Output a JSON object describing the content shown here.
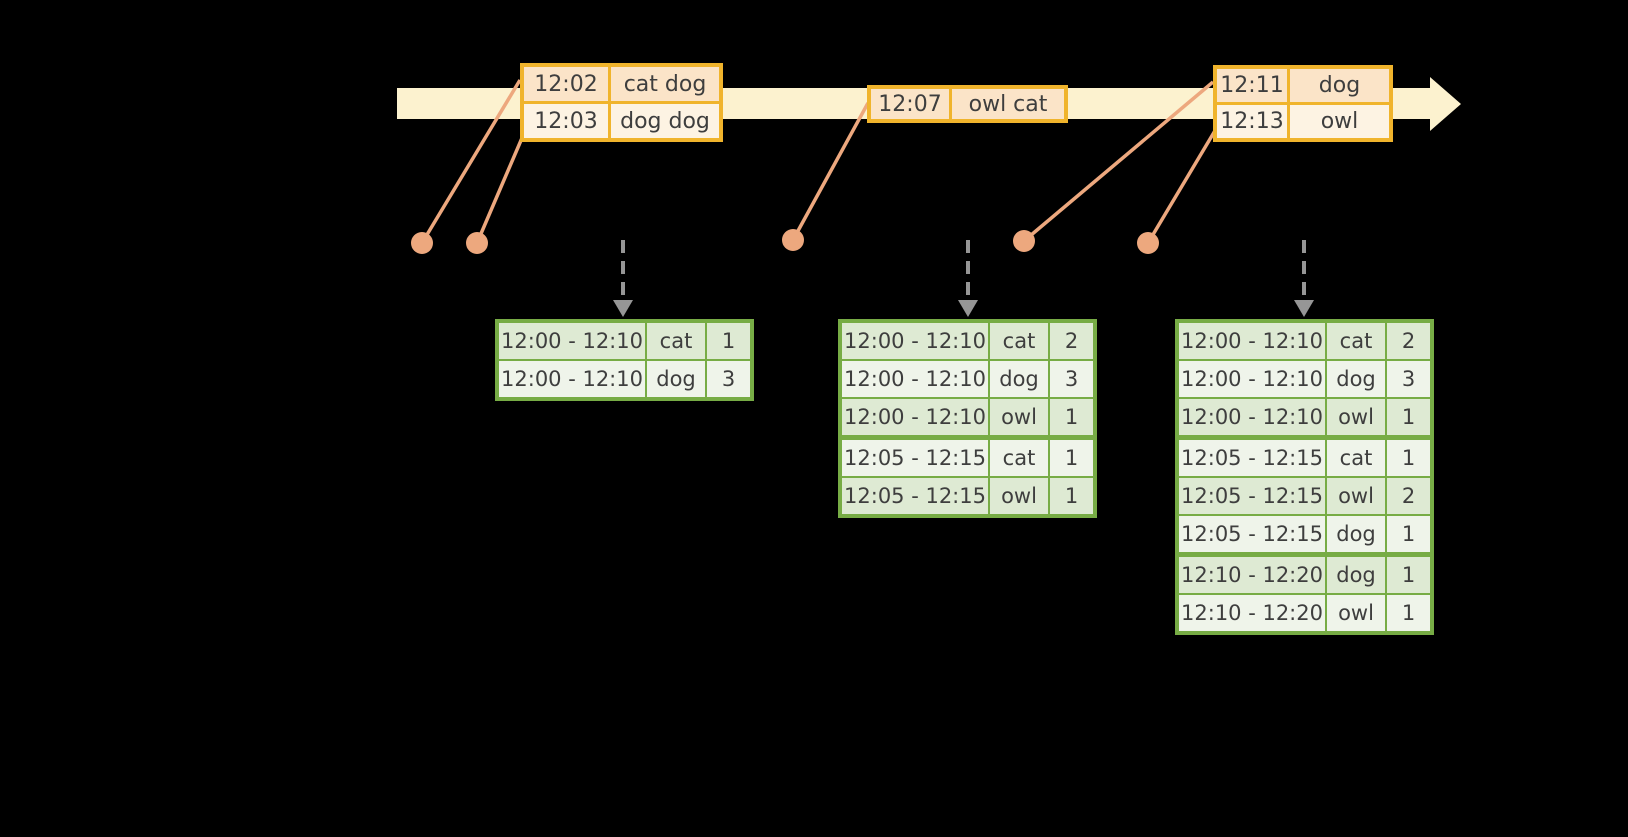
{
  "colors": {
    "background": "#000000",
    "band": "#FCF2CF",
    "orange_border": "#F0B42C",
    "orange_dark": "#FBE4C8",
    "orange_light": "#FDF3E3",
    "salmon": "#EDA87E",
    "green_border": "#77AC45",
    "green_dark": "#DEEAD3",
    "green_light": "#EFF4EA",
    "gray": "#969696",
    "text": "#3E3E3E"
  },
  "event_tables": [
    {
      "rows": [
        [
          "12:02",
          "cat dog"
        ],
        [
          "12:03",
          "dog dog"
        ]
      ]
    },
    {
      "rows": [
        [
          "12:07",
          "owl cat"
        ]
      ]
    },
    {
      "rows": [
        [
          "12:11",
          "dog"
        ],
        [
          "12:13",
          "owl"
        ]
      ]
    }
  ],
  "result_tables": [
    {
      "rows": [
        [
          "12:00 - 12:10",
          "cat",
          "1"
        ],
        [
          "12:00 - 12:10",
          "dog",
          "3"
        ]
      ]
    },
    {
      "rows": [
        [
          "12:00 - 12:10",
          "cat",
          "2"
        ],
        [
          "12:00 - 12:10",
          "dog",
          "3"
        ],
        [
          "12:00 - 12:10",
          "owl",
          "1"
        ],
        [
          "12:05 - 12:15",
          "cat",
          "1"
        ],
        [
          "12:05 - 12:15",
          "owl",
          "1"
        ]
      ]
    },
    {
      "rows": [
        [
          "12:00 - 12:10",
          "cat",
          "2"
        ],
        [
          "12:00 - 12:10",
          "dog",
          "3"
        ],
        [
          "12:00 - 12:10",
          "owl",
          "1"
        ],
        [
          "12:05 - 12:15",
          "cat",
          "1"
        ],
        [
          "12:05 - 12:15",
          "owl",
          "2"
        ],
        [
          "12:05 - 12:15",
          "dog",
          "1"
        ],
        [
          "12:10 - 12:20",
          "dog",
          "1"
        ],
        [
          "12:10 - 12:20",
          "owl",
          "1"
        ]
      ]
    }
  ]
}
